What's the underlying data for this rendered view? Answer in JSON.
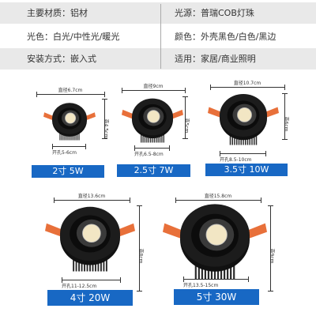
{
  "specs": {
    "rows": [
      {
        "left": "主要材质：铝材",
        "right": "光源：普瑞COB灯珠"
      },
      {
        "left": "光色：白光/中性光/暖光",
        "right": "颜色：外壳黑色/白色/黑边"
      },
      {
        "left": "安装方式：嵌入式",
        "right": "适用：家居/商业照明"
      }
    ]
  },
  "products": [
    {
      "diameter": "直径6.7cm",
      "height": "高4.5cm",
      "cutout": "开孔5-6cm",
      "caption": "2寸 5W"
    },
    {
      "diameter": "直径9cm",
      "height": "高5cm",
      "cutout": "开孔6.5-8cm",
      "caption": "2.5寸 7W"
    },
    {
      "diameter": "直径10.7cm",
      "height": "高6cm",
      "cutout": "开孔8.5-10cm",
      "caption": "3.5寸 10W"
    },
    {
      "diameter": "直径13.6cm",
      "height": "高8cm",
      "cutout": "开孔11-12.5cm",
      "caption": "4寸 20W"
    },
    {
      "diameter": "直径15.8cm",
      "height": "高9cm",
      "cutout": "开孔13.5-15cm",
      "caption": "5寸 30W"
    }
  ],
  "colors": {
    "caption_bg": "#1868c4",
    "housing": "#1c1c1c",
    "spring_clip": "#e8703a",
    "led_warm": "#f2e6c4"
  }
}
